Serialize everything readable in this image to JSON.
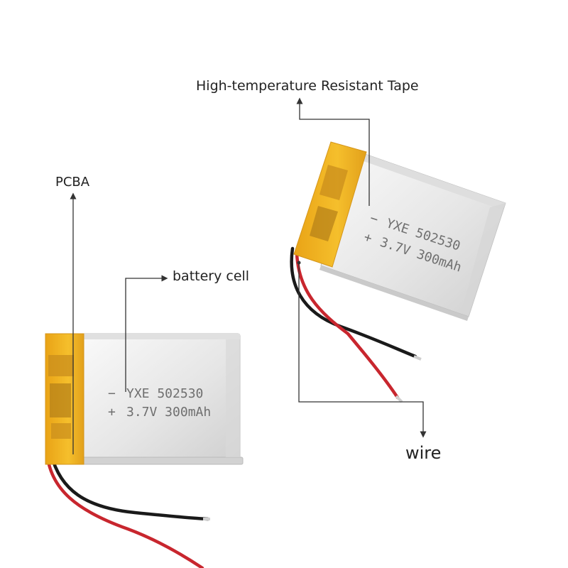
{
  "labels": {
    "tape": "High-temperature Resistant Tape",
    "pcba": "PCBA",
    "cell": "battery cell",
    "wire": "wire"
  },
  "battery_print": {
    "line1": "YXE 502530",
    "line2": "3.7V 300mAh",
    "minus": "−",
    "plus": "+"
  },
  "colors": {
    "tape": "#f2b41c",
    "pcb": "#c99a2a",
    "body_light": "#f2f2f2",
    "body_mid": "#d6d6d6",
    "wire_red": "#c8262e",
    "wire_black": "#1a1a1a",
    "annotation": "#333333"
  },
  "icons": [
    "arrow-up-icon",
    "arrow-right-icon",
    "arrow-down-icon"
  ]
}
